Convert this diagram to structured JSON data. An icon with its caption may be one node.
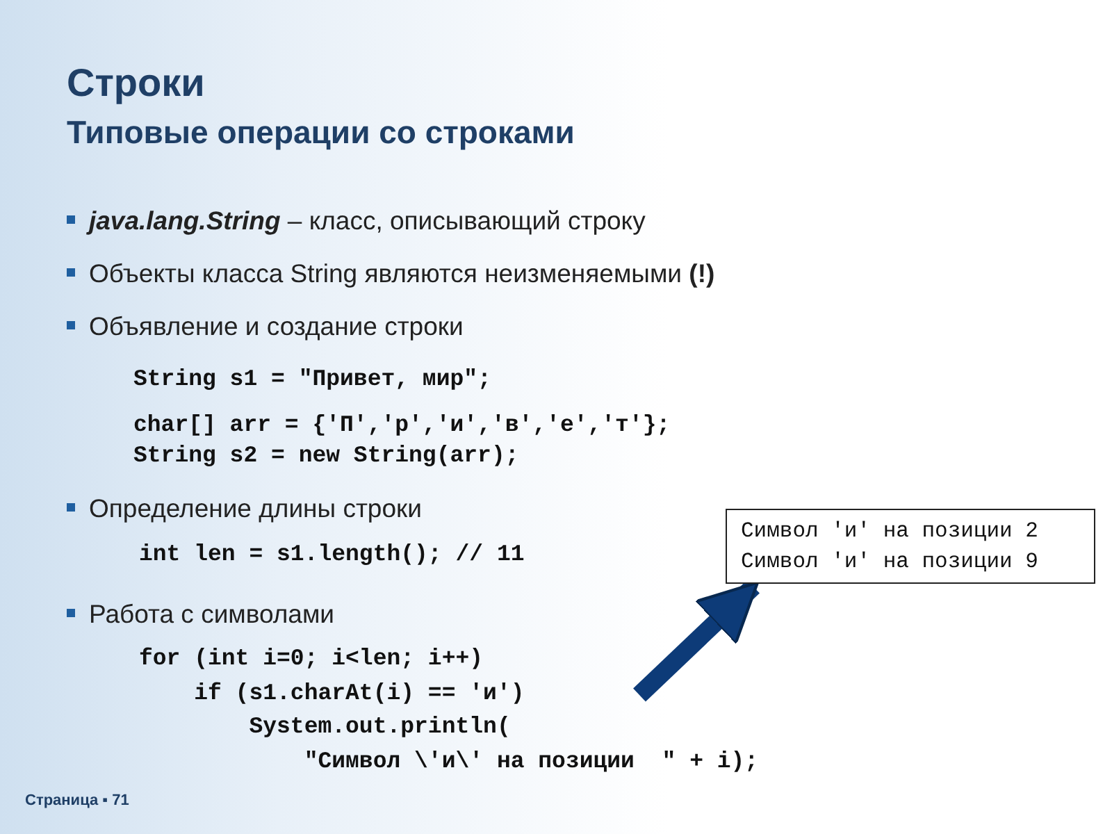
{
  "diagram": {
    "title": "Строки",
    "nodes": [
      {
        "text": [
          "Символ 'и' на позиции 2",
          "Символ 'и' на позиции 9"
        ]
      },
      {
        "text": [
          "for (int i=0; i<len; i++)",
          "    if (s1.charAt(i) == 'и')",
          "        System.out.println(",
          "            \"Символ \\'и\\' на позиции  \" + i);"
        ]
      }
    ],
    "edges": [
      {
        "from": 1,
        "to": 0,
        "arrow": "to"
      }
    ],
    "labels": [
      "Типовые операции со строками",
      "**java.lang.String** – класс, описывающий строку",
      "Объекты класса String являются неизменяемыми **(!)**",
      "Объявление и создание строки",
      "String s1 = \"Привет, мир\";",
      "char[] arr = {'П','р','и','в','е','т'};",
      "String s2 = new String(arr);",
      "Определение длины строки",
      "int len = s1.length(); // 11",
      "Работа с символами",
      "Страница ▪ 71"
    ]
  }
}
